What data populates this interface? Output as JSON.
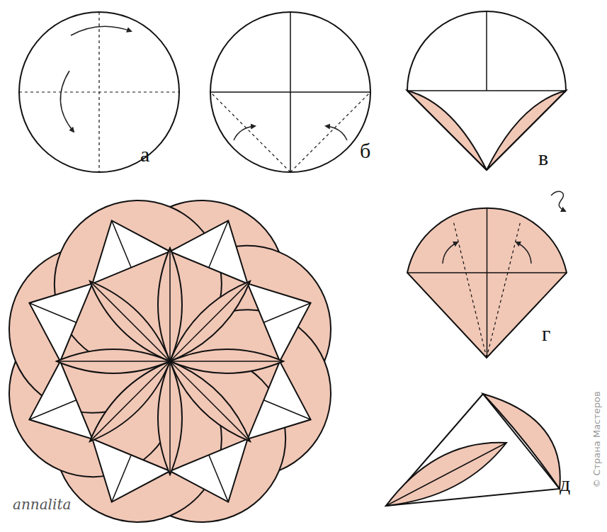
{
  "diagram": {
    "labels": [
      "а",
      "б",
      "в",
      "г",
      "д",
      "annalita",
      "© Страна Мастеров"
    ]
  }
}
